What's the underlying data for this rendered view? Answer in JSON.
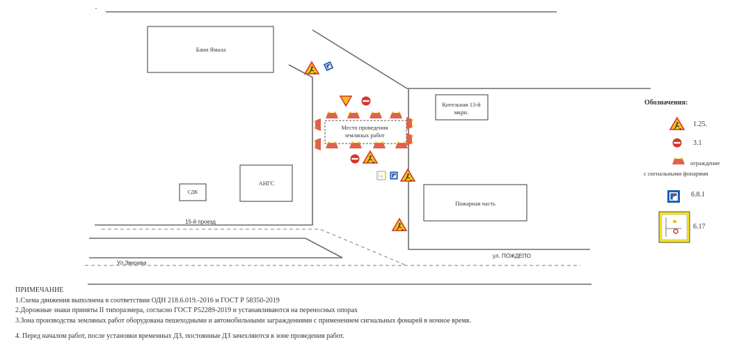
{
  "map": {
    "buildings": {
      "bani": "Бани Ямала",
      "kotelnaya_line1": "Котельная 13-й",
      "kotelnaya_line2": "мкрн.",
      "angs": "АНГС",
      "sdk": "СДК",
      "pozharnaya": "Пожарная часть"
    },
    "work_zone_line1": "Место проведения",
    "work_zone_line2": "земляных работ",
    "streets": {
      "proezd": "15-й проезд",
      "zvereva": "Ул.Зверева",
      "pozhdepo": "ул. ПОЖДЕПО"
    }
  },
  "legend": {
    "title": "Обозначения:",
    "items": [
      {
        "label": "1.25.",
        "icon": "road-works-sign-icon"
      },
      {
        "label": "3.1",
        "icon": "no-entry-sign-icon"
      },
      {
        "label_line1": "ограждение",
        "label_line2": "с сигнальными фонарями",
        "icon": "barrier-with-lights-icon"
      },
      {
        "label": "6.8.1",
        "icon": "dead-end-sign-icon"
      },
      {
        "label": "6.17",
        "icon": "detour-scheme-sign-icon"
      }
    ]
  },
  "notes": {
    "heading": "ПРИМЕЧАНИЕ",
    "items": [
      "1.Схема движения выполнена в соответствии ОДН 218.6.019.-2016 и ГОСТ Р 58350-2019",
      "2.Дорожные знаки приняты II типоразмера, согласно ГОСТ Р52289-2019 и устанавливаются на переносных опорах",
      "3.Зона производства земляных работ оборудована пешеходными и автомобильными заграждениями с применением сигнальных фонарей в ночное время.",
      "4. Перед началом работ, после установки временных ДЗ, постоянные ДЗ зачехляются в зоне проведения работ."
    ]
  },
  "colors": {
    "warning_yellow": "#f3c318",
    "sign_red": "#d8342c",
    "barrier_red": "#e0614c",
    "sign_blue": "#1b5fb4"
  }
}
